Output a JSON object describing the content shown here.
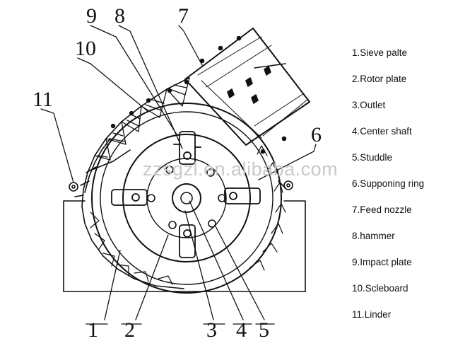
{
  "callouts": {
    "c1": "1",
    "c2": "2",
    "c3": "3",
    "c4": "4",
    "c5": "5",
    "c6": "6",
    "c7": "7",
    "c8": "8",
    "c9": "9",
    "c10": "10",
    "c11": "11"
  },
  "legend": [
    "1.Sieve palte",
    "2.Rotor plate",
    "3.Outlet",
    "4.Center shaft",
    "5.Studdle",
    "6.Supponing ring",
    "7.Feed nozzle",
    "8.hammer",
    "9.Impact plate",
    "10.Scleboard",
    "11.Linder"
  ],
  "watermark": "zzsgzl.en.alibaba.com",
  "colors": {
    "ink": "#111111",
    "watermark": "#c9c9c9",
    "background": "#ffffff"
  }
}
